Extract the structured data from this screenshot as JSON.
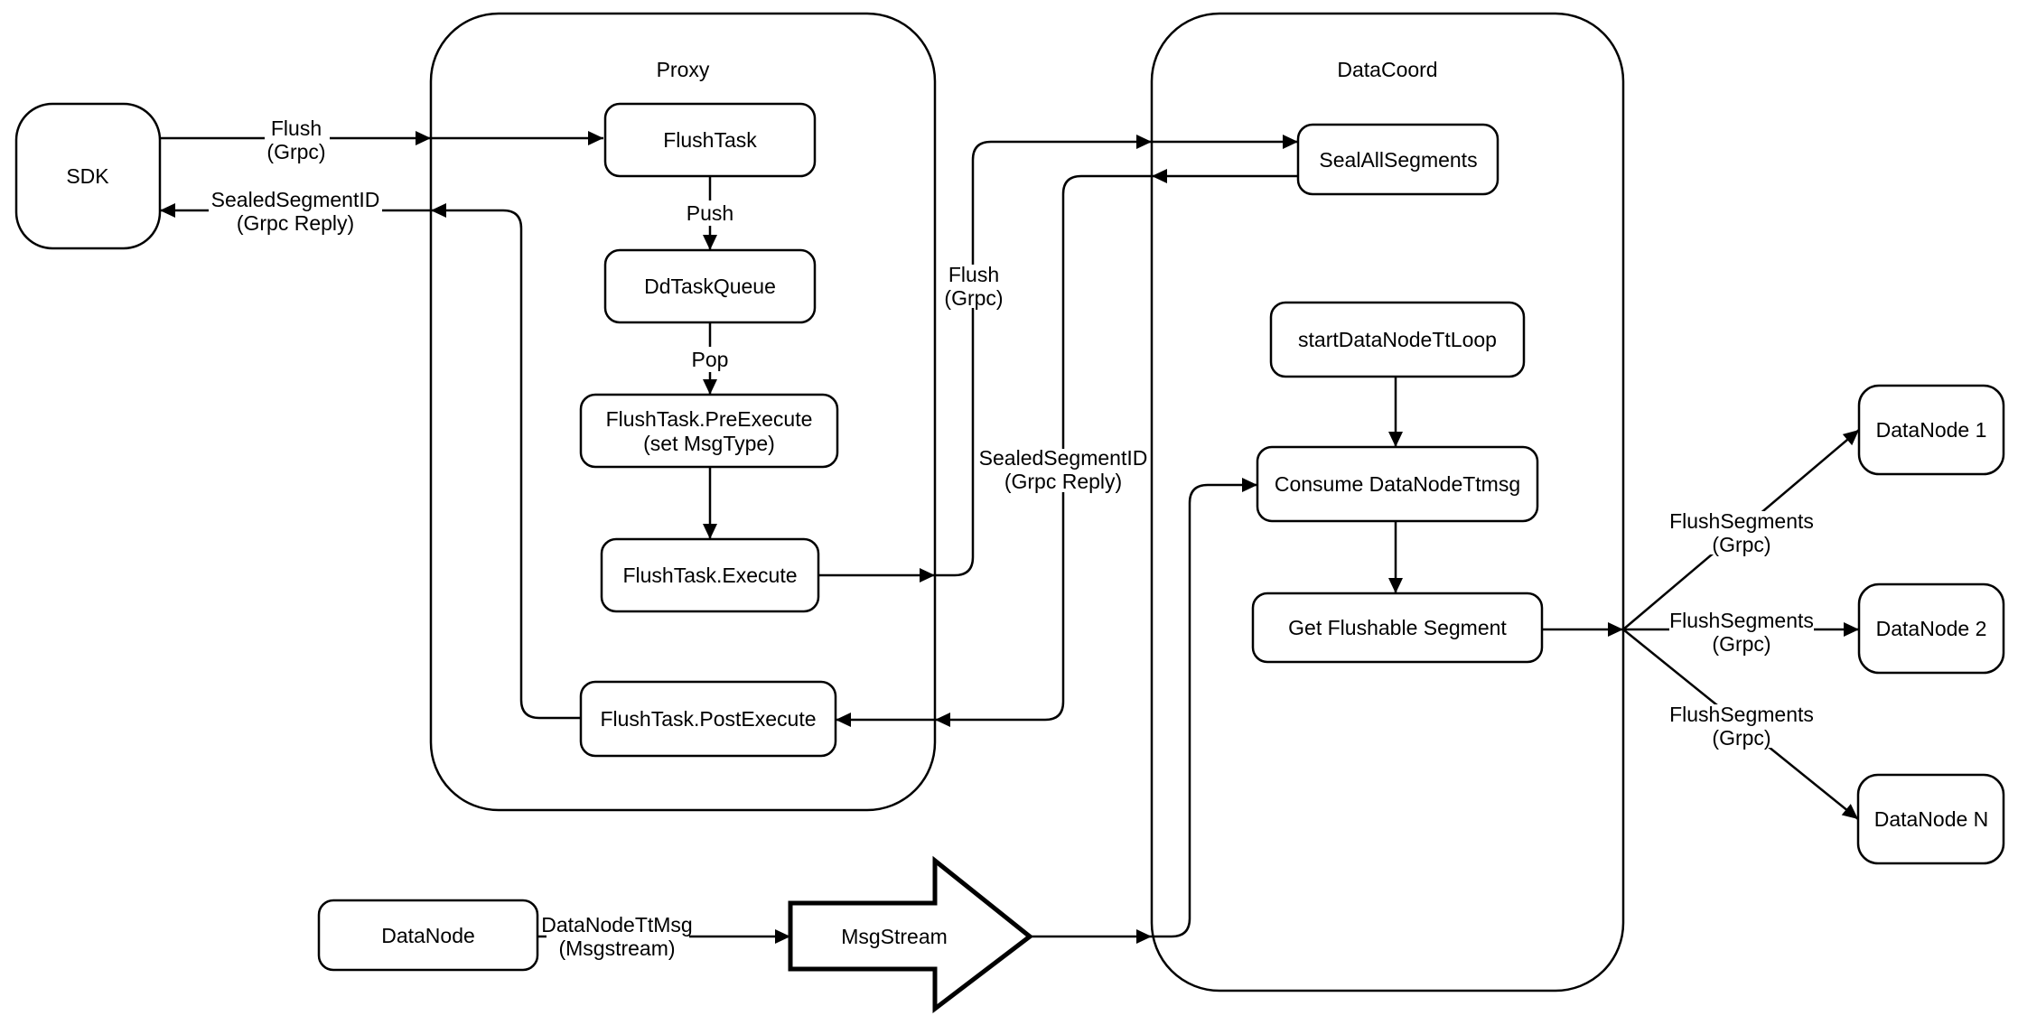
{
  "diagram": {
    "title_hint": "Milvus flush dataflow diagram",
    "colors": {
      "background": "#ffffff",
      "stroke": "#000000",
      "text": "#000000",
      "node_fill": "#ffffff"
    },
    "containers": {
      "proxy": {
        "label": "Proxy"
      },
      "datacoord": {
        "label": "DataCoord"
      }
    },
    "nodes": {
      "sdk": {
        "label": "SDK"
      },
      "flush_task": {
        "label": "FlushTask"
      },
      "dd_task_queue": {
        "label": "DdTaskQueue"
      },
      "pre_execute": {
        "line1": "FlushTask.PreExecute",
        "line2": "(set MsgType)"
      },
      "execute": {
        "label": "FlushTask.Execute"
      },
      "post_execute": {
        "label": "FlushTask.PostExecute"
      },
      "seal_all_segments": {
        "label": "SealAllSegments"
      },
      "start_datanode_tt_loop": {
        "label": "startDataNodeTtLoop"
      },
      "consume_datanode_ttmsg": {
        "label": "Consume DataNodeTtmsg"
      },
      "get_flushable_segment": {
        "label": "Get Flushable Segment"
      },
      "datanode_source": {
        "label": "DataNode"
      },
      "msgstream": {
        "label": "MsgStream"
      },
      "datanode_1": {
        "label": "DataNode 1"
      },
      "datanode_2": {
        "label": "DataNode 2"
      },
      "datanode_n": {
        "label": "DataNode N"
      }
    },
    "edge_labels": {
      "flush_grpc_sdk": {
        "line1": "Flush",
        "line2": "(Grpc)"
      },
      "sealed_segment_id_sdk": {
        "line1": "SealedSegmentID",
        "line2": "(Grpc Reply)"
      },
      "push": {
        "text": "Push"
      },
      "pop": {
        "text": "Pop"
      },
      "flush_grpc_datacoord": {
        "line1": "Flush",
        "line2": "(Grpc)"
      },
      "sealed_segment_id_datacoord": {
        "line1": "SealedSegmentID",
        "line2": "(Grpc Reply)"
      },
      "datanode_tt_msg": {
        "line1": "DataNodeTtMsg",
        "line2": "(Msgstream)"
      },
      "flush_segments_1": {
        "line1": "FlushSegments",
        "line2": "(Grpc)"
      },
      "flush_segments_2": {
        "line1": "FlushSegments",
        "line2": "(Grpc)"
      },
      "flush_segments_3": {
        "line1": "FlushSegments",
        "line2": "(Grpc)"
      }
    }
  }
}
